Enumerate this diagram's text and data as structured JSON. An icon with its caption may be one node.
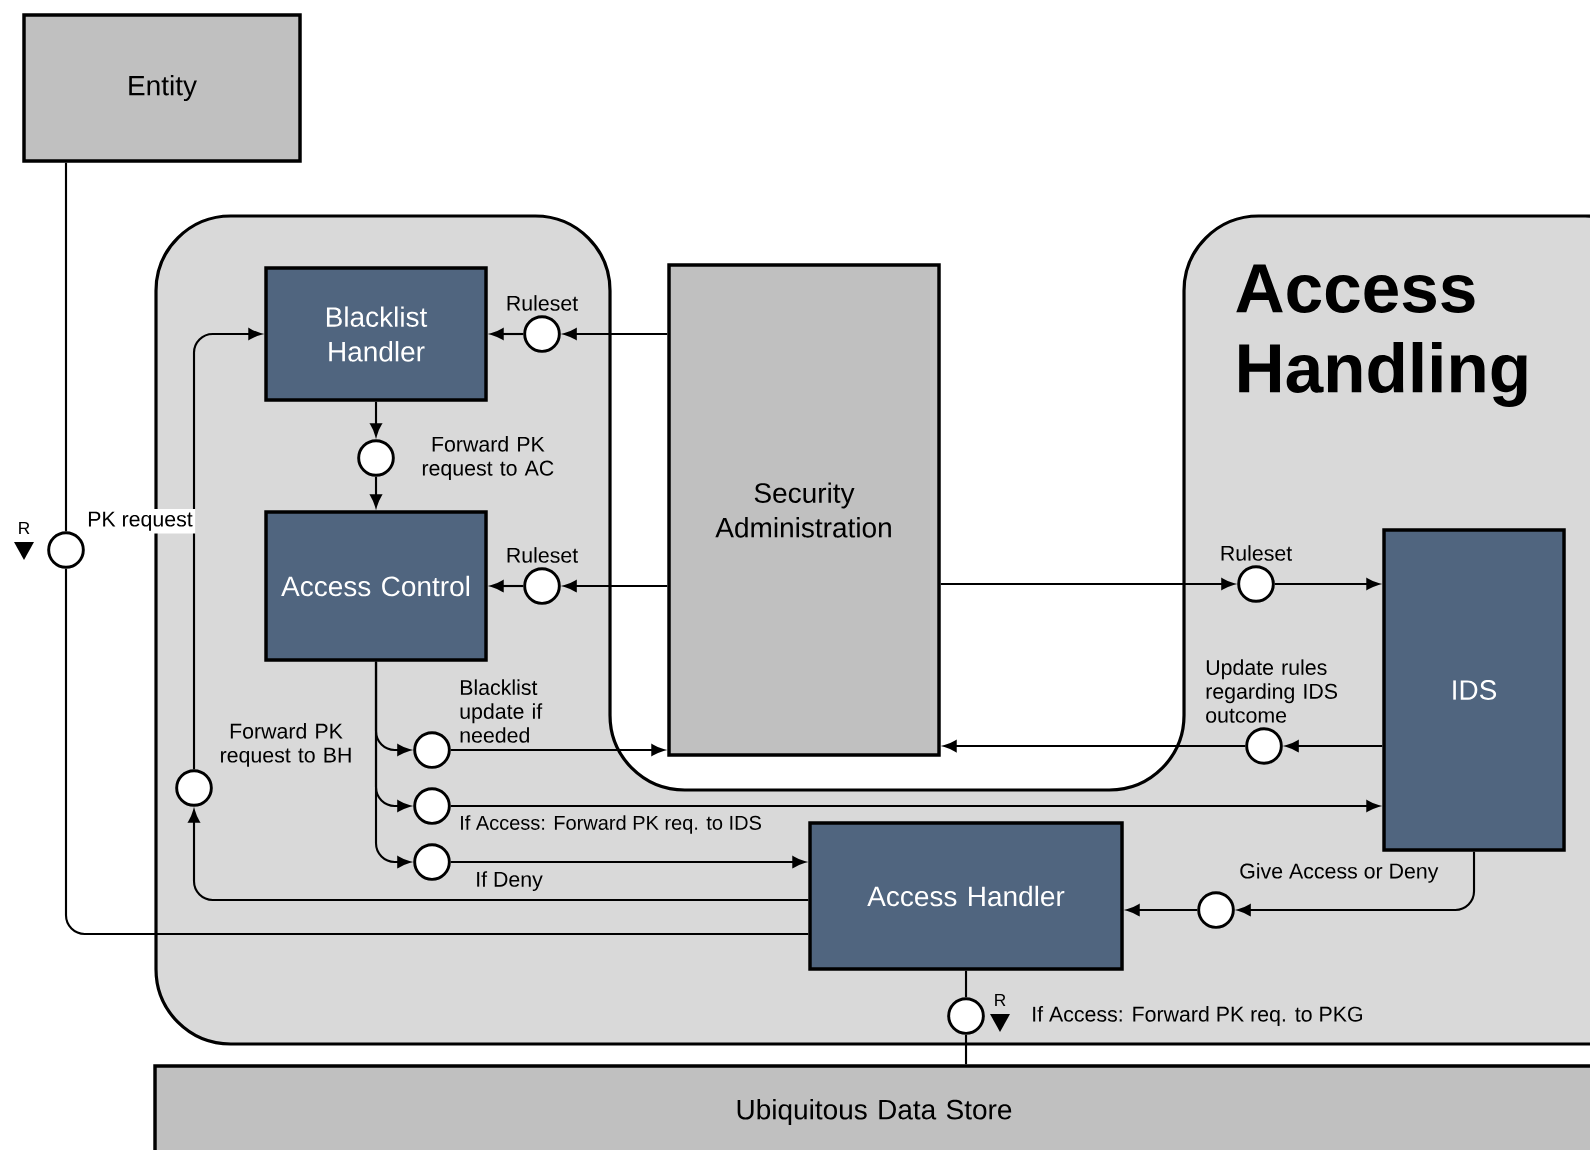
{
  "diagram": {
    "nodes": [
      {
        "text": [
          "Entity"
        ]
      },
      {
        "text": [
          "Access Handling"
        ]
      },
      {
        "text": [
          "Blacklist Handler"
        ],
        "in": 1
      },
      {
        "text": [],
        "shape": "circle",
        "beside": [
          "Ruleset"
        ],
        "in": 1
      },
      {
        "text": [
          "Security Administration"
        ]
      },
      {
        "text": [],
        "shape": "circle",
        "beside": [
          "Forward PK request to AC"
        ],
        "in": 1
      },
      {
        "text": [
          "Access Control"
        ],
        "in": 1
      },
      {
        "text": [],
        "shape": "circle",
        "beside": [
          "Ruleset"
        ],
        "in": 1
      },
      {
        "text": [],
        "shape": "circle",
        "beside": [
          "PK request"
        ]
      },
      {
        "text": [],
        "shape": "circle",
        "beside": [
          "Forward PK request to BH"
        ],
        "in": 1
      },
      {
        "text": [],
        "shape": "circle",
        "beside": [
          "Blacklist update if needed"
        ],
        "in": 1
      },
      {
        "text": [],
        "shape": "circle",
        "beside": [
          "If Access: Forward PK req. to IDS"
        ],
        "in": 1
      },
      {
        "text": [],
        "shape": "circle",
        "beside": [
          "If Deny"
        ],
        "in": 1
      },
      {
        "text": [],
        "shape": "circle",
        "beside": [
          "Ruleset"
        ],
        "in": 1
      },
      {
        "text": [
          "IDS"
        ],
        "in": 1
      },
      {
        "text": [],
        "shape": "circle",
        "beside": [
          "Update rules regarding IDS outcome"
        ],
        "in": 1
      },
      {
        "text": [
          "Access Handler"
        ],
        "in": 1
      },
      {
        "text": [],
        "shape": "circle",
        "beside": [
          "Give Access or Deny"
        ],
        "in": 1
      },
      {
        "text": [],
        "shape": "circle",
        "beside": [
          "If Access: Forward PK req. to PKG"
        ],
        "in": 1
      },
      {
        "text": [
          "Ubiquitous Data Store"
        ]
      }
    ],
    "edges": [
      {
        "from": 4,
        "to": 3,
        "arrow": "to"
      },
      {
        "from": 3,
        "to": 2,
        "arrow": "to"
      },
      {
        "from": 2,
        "to": 5,
        "arrow": "to"
      },
      {
        "from": 5,
        "to": 6,
        "arrow": "to"
      },
      {
        "from": 4,
        "to": 7,
        "arrow": "to"
      },
      {
        "from": 7,
        "to": 6,
        "arrow": "to"
      },
      {
        "from": 0,
        "to": 8,
        "arrow": "none"
      },
      {
        "from": 8,
        "to": 16,
        "arrow": "none"
      },
      {
        "from": 16,
        "to": 9,
        "arrow": "to"
      },
      {
        "from": 9,
        "to": 2,
        "arrow": "to"
      },
      {
        "from": 6,
        "to": 10,
        "arrow": "to"
      },
      {
        "from": 6,
        "to": 11,
        "arrow": "to"
      },
      {
        "from": 6,
        "to": 12,
        "arrow": "to"
      },
      {
        "from": 10,
        "to": 4,
        "arrow": "to"
      },
      {
        "from": 11,
        "to": 14,
        "arrow": "to"
      },
      {
        "from": 12,
        "to": 16,
        "arrow": "to"
      },
      {
        "from": 4,
        "to": 13,
        "arrow": "to"
      },
      {
        "from": 13,
        "to": 14,
        "arrow": "to"
      },
      {
        "from": 14,
        "to": 15,
        "arrow": "to"
      },
      {
        "from": 15,
        "to": 4,
        "arrow": "to"
      },
      {
        "from": 14,
        "to": 17,
        "arrow": "to"
      },
      {
        "from": 17,
        "to": 16,
        "arrow": "to"
      },
      {
        "from": 16,
        "to": 18,
        "arrow": "none"
      },
      {
        "from": 18,
        "to": 19,
        "arrow": "none"
      }
    ],
    "labels": [
      "R",
      "R"
    ]
  }
}
